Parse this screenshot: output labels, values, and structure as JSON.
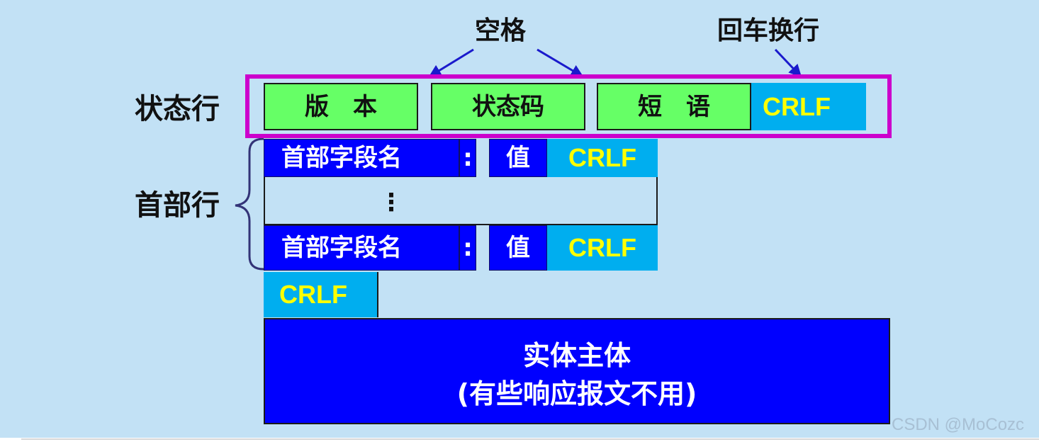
{
  "annotations": {
    "space": "空格",
    "crlf_label": "回车换行"
  },
  "row_labels": {
    "status_line": "状态行",
    "header_lines": "首部行"
  },
  "status_line": {
    "version": "版　本",
    "status_code": "状态码",
    "phrase": "短　语",
    "crlf": "CRLF"
  },
  "header_lines": {
    "field_name": "首部字段名",
    "colon": ":",
    "value": "值",
    "crlf": "CRLF",
    "ellipsis": "⋮"
  },
  "blank_line": {
    "crlf": "CRLF"
  },
  "entity_body": {
    "line1": "实体主体",
    "line2": "(有些响应报文不用)"
  },
  "watermark": "CSDN @MoCozc",
  "colors": {
    "background": "#c2e1f5",
    "green": "#66ff66",
    "cyan": "#00aeef",
    "blue": "#0000ff",
    "crlf_text": "#ffff00",
    "highlight_border": "#cc00cc",
    "arrow": "#1a1acc"
  }
}
